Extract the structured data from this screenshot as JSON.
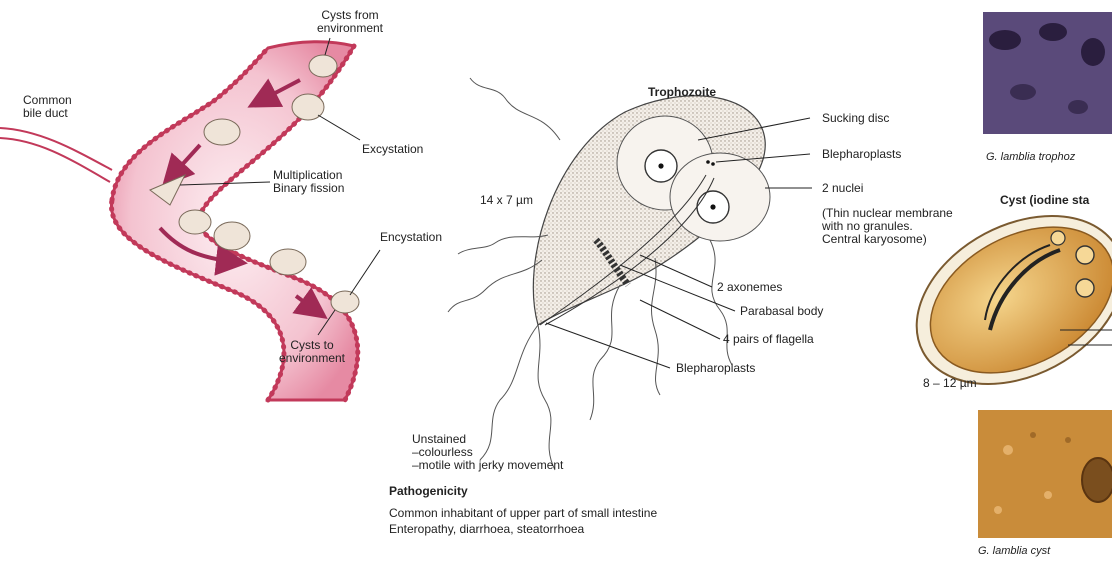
{
  "lifecycle": {
    "cysts_from_env": [
      "Cysts from",
      "environment"
    ],
    "common_bile_duct": [
      "Common",
      "bile duct"
    ],
    "excystation": "Excystation",
    "multiplication": [
      "Multiplication",
      "Binary fission"
    ],
    "encystation": "Encystation",
    "cysts_to_env": [
      "Cysts to",
      "environment"
    ]
  },
  "trophozoite": {
    "title": "Trophozoite",
    "size": "14 x 7 µm",
    "sucking_disc": "Sucking disc",
    "blepharoplasts_top": "Blepharoplasts",
    "nuclei": "2 nuclei",
    "nuclear_note": [
      "(Thin nuclear membrane",
      "with no granules.",
      "Central karyosome)"
    ],
    "axonemes": "2 axonemes",
    "parabasal": "Parabasal body",
    "flagella": "4 pairs of flagella",
    "blepharoplasts_bottom": "Blepharoplasts",
    "unstained": [
      "Unstained",
      "–colourless",
      "–motile with jerky movement"
    ]
  },
  "pathogenicity": {
    "heading": "Pathogenicity",
    "lines": [
      "Common inhabitant of upper part of small intestine",
      "Enteropathy, diarrhoea, steatorrhoea"
    ]
  },
  "right_panel": {
    "troph_caption": "G. lamblia trophoz",
    "cyst_title": "Cyst (iodine sta",
    "cyst_size": "8 – 12 µm",
    "cyst_caption": "G. lamblia cyst"
  },
  "colors": {
    "intestine_wall": "#c2395a",
    "intestine_fill": "#f3b9c8",
    "arrow": "#a02a55",
    "cyst_fill": "#e0a24a",
    "stain_photo": "#4a3a6a",
    "micro_photo": "#c98c3a"
  }
}
